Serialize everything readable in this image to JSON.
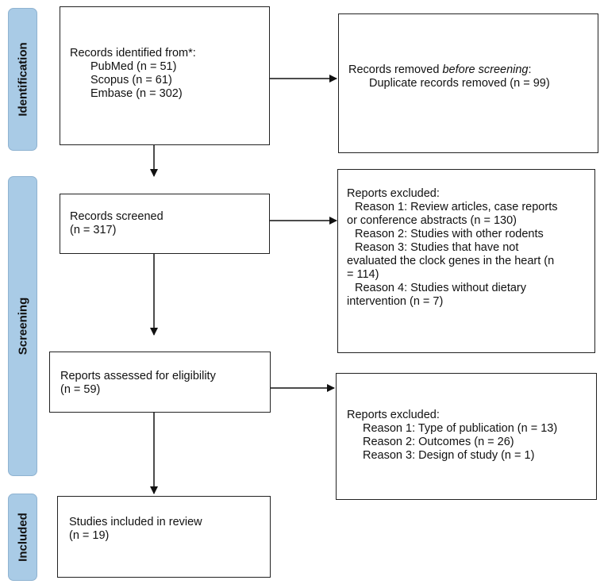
{
  "phases": {
    "identification": "Identification",
    "screening": "Screening",
    "included": "Included"
  },
  "identified": {
    "title": "Records identified from*:",
    "sources": [
      "PubMed (n = 51)",
      "Scopus (n = 61)",
      "Embase (n = 302)"
    ]
  },
  "removed": {
    "title_prefix": "Records removed ",
    "title_emphasis": "before screening",
    "title_suffix": ":",
    "duplicates": "Duplicate records removed (n = 99)"
  },
  "screened": {
    "title": "Records screened",
    "count": "(n = 317)"
  },
  "excluded_screening": {
    "title": "Reports excluded:",
    "lines": [
      "Reason 1: Review articles, case reports",
      "or conference abstracts (n = 130)",
      "Reason 2: Studies with other rodents",
      "Reason 3: Studies that have not",
      "evaluated the clock genes in the heart (n",
      "= 114)",
      "Reason 4: Studies without dietary",
      "intervention (n = 7)"
    ]
  },
  "assessed": {
    "title": "Reports assessed for eligibility",
    "count": "(n = 59)"
  },
  "excluded_eligibility": {
    "title": "Reports excluded:",
    "reasons": [
      "Reason 1: Type of publication (n = 13)",
      "Reason 2: Outcomes (n = 26)",
      "Reason 3: Design of study (n = 1)"
    ]
  },
  "included": {
    "title": "Studies included in review",
    "count": "(n = 19)"
  }
}
